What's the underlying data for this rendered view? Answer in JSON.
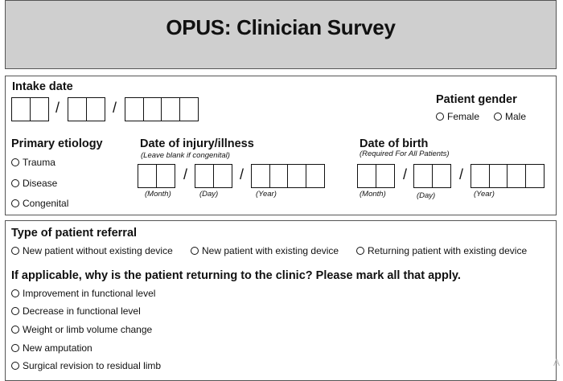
{
  "header": {
    "title": "OPUS: Clinician Survey"
  },
  "intake": {
    "label": "Intake date",
    "slash": "/"
  },
  "gender": {
    "label": "Patient gender",
    "options": [
      "Female",
      "Male"
    ]
  },
  "etiology": {
    "label": "Primary etiology",
    "options": [
      "Trauma",
      "Disease",
      "Congenital"
    ]
  },
  "injury": {
    "label": "Date of injury/illness",
    "note": "(Leave blank if congenital)",
    "month": "(Month)",
    "day": "(Day)",
    "year": "(Year)",
    "slash": "/"
  },
  "birth": {
    "label": "Date of birth",
    "note": "(Required For All Patients)",
    "month": "(Month)",
    "day": "(Day)",
    "year": "(Year)",
    "slash": "/"
  },
  "referral": {
    "label": "Type of patient referral",
    "options": [
      "New patient without existing device",
      "New patient with existing device",
      "Returning patient with existing device"
    ]
  },
  "returning": {
    "label": "If applicable, why is the patient returning to the clinic? Please mark all that apply.",
    "options": [
      "Improvement in functional level",
      "Decrease in functional level",
      "Weight or limb volume change",
      "New amputation",
      "Surgical revision to residual limb"
    ]
  },
  "corner": {
    "mark": "A"
  }
}
